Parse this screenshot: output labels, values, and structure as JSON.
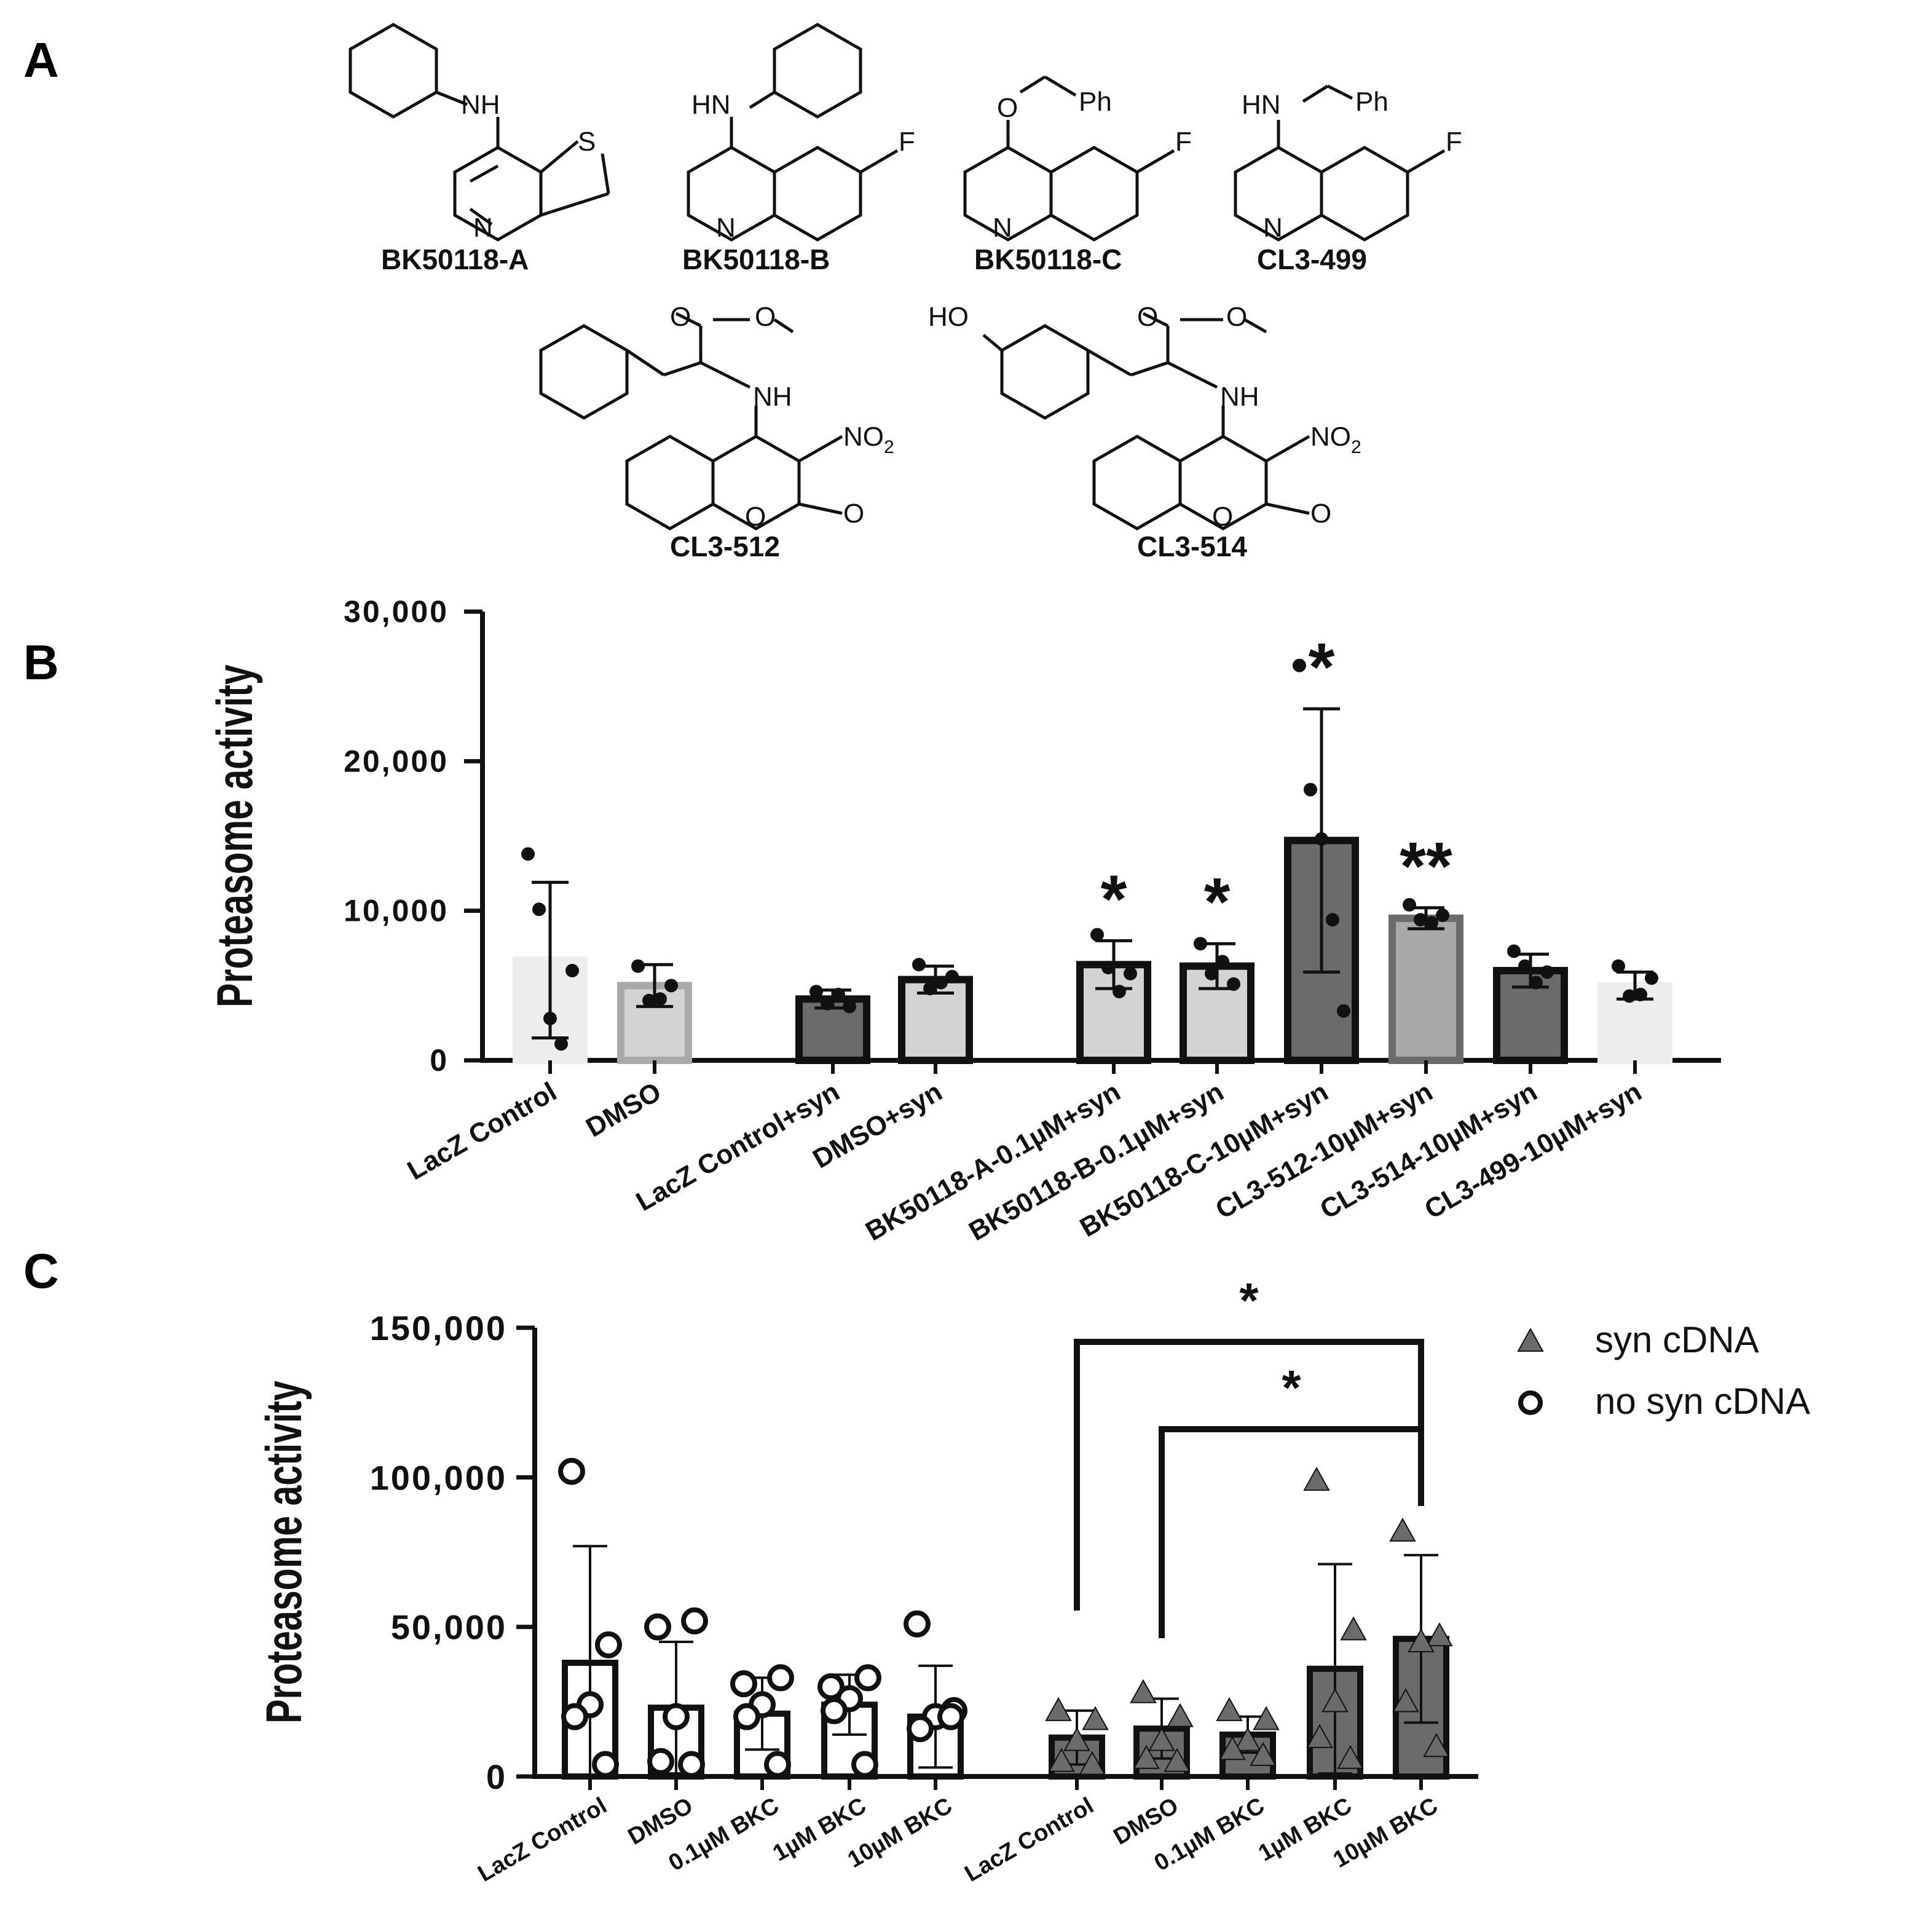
{
  "panels": {
    "a": "A",
    "b": "B",
    "c": "C"
  },
  "compounds": {
    "a": "BK50118-A",
    "b": "BK50118-B",
    "c": "BK50118-C",
    "d": "CL3-499",
    "e": "CL3-512",
    "f": "CL3-514"
  },
  "atoms": {
    "NH": "NH",
    "HN": "HN",
    "N": "N",
    "S": "S",
    "F": "F",
    "O": "O",
    "Ph": "Ph",
    "HO": "HO",
    "NO": "NO",
    "two": "2"
  },
  "colors": {
    "ink": "#111111",
    "dark": "#6b6b6b",
    "mid": "#a9a9a9",
    "light": "#d3d3d3",
    "pale": "#ededed"
  },
  "chart_data": [
    {
      "type": "bar",
      "ylabel": "Proteasome activity",
      "ylim": [
        0,
        30000
      ],
      "yticks": [
        0,
        10000,
        20000,
        30000
      ],
      "ytick_labels": [
        "0",
        "10,000",
        "20,000",
        "30,000"
      ],
      "categories": [
        "LacZ Control",
        "DMSO",
        "LacZ Control+syn",
        "DMSO+syn",
        "BK50118-A-0.1µM+syn",
        "BK50118-B-0.1µM+syn",
        "BK50118-C-10µM+syn",
        "CL3-512-10µM+syn",
        "CL3-514-10µM+syn",
        "CL3-499-10µM+syn"
      ],
      "values": [
        6700,
        5000,
        4100,
        5400,
        6400,
        6300,
        14700,
        9500,
        6000,
        5000
      ],
      "sd": [
        5200,
        1400,
        600,
        900,
        1600,
        1500,
        8800,
        700,
        1100,
        900
      ],
      "points": [
        [
          13800,
          10100,
          2800,
          1100,
          6000
        ],
        [
          6300,
          4000,
          4100,
          5000
        ],
        [
          4600,
          3800,
          4400,
          3600
        ],
        [
          6400,
          4800,
          5200,
          5600
        ],
        [
          8400,
          6200,
          4600,
          5800
        ],
        [
          7800,
          5800,
          6600,
          5100
        ],
        [
          26400,
          18100,
          14800,
          9400,
          3300
        ],
        [
          10400,
          9400,
          9200,
          9700
        ],
        [
          7300,
          6300,
          5200,
          5900
        ],
        [
          6300,
          4300,
          4400,
          5500
        ]
      ],
      "bar_fill": [
        "pale",
        "light",
        "dark",
        "light",
        "light",
        "light",
        "dark",
        "mid",
        "dark",
        "pale"
      ],
      "bar_edge": [
        "pale",
        "mid",
        "ink",
        "ink",
        "ink",
        "ink",
        "ink",
        "dark",
        "ink",
        "pale"
      ],
      "annotations": [
        "",
        "",
        "",
        "",
        "*",
        "*",
        "*",
        "**",
        "",
        ""
      ]
    },
    {
      "type": "bar",
      "ylabel": "Proteasome activity",
      "ylim": [
        0,
        150000
      ],
      "yticks": [
        0,
        50000,
        100000,
        150000
      ],
      "ytick_labels": [
        "0",
        "50,000",
        "100,000",
        "150,000"
      ],
      "categories": [
        "LacZ Control",
        "DMSO",
        "0.1µM BKC",
        "1µM BKC",
        "10µM BKC",
        "LacZ Control",
        "DMSO",
        "0.1µM BKC",
        "1µM BKC",
        "10µM BKC"
      ],
      "legend": [
        "syn cDNA",
        "no syn cDNA"
      ],
      "legend_position": "top-right",
      "series": [
        {
          "name": "no syn cDNA",
          "values": [
            38000,
            23000,
            21000,
            24000,
            20000
          ],
          "sd": [
            39000,
            22000,
            12000,
            10000,
            17000
          ],
          "points": [
            [
              102000,
              44000,
              24000,
              20000,
              4000
            ],
            [
              50000,
              52000,
              20000,
              5000,
              4000
            ],
            [
              31000,
              33000,
              24000,
              20000,
              4000
            ],
            [
              30000,
              33000,
              26000,
              22000,
              4000
            ],
            [
              51000,
              22000,
              20000,
              16000,
              20000
            ]
          ]
        },
        {
          "name": "syn cDNA",
          "values": [
            13000,
            16000,
            14000,
            36000,
            46000
          ],
          "sd": [
            9000,
            10000,
            6000,
            35000,
            28000
          ],
          "points": [
            [
              22000,
              19000,
              12000,
              5000,
              4000
            ],
            [
              28000,
              20000,
              12000,
              6000,
              5000
            ],
            [
              22000,
              19000,
              12000,
              9000,
              7000
            ],
            [
              99000,
              49000,
              25000,
              13000,
              6000
            ],
            [
              82000,
              47000,
              45000,
              25000,
              10000
            ]
          ]
        }
      ],
      "comparisons": [
        {
          "from": 5,
          "to": 9,
          "label": "*"
        },
        {
          "from": 6,
          "to": 9,
          "label": "*"
        }
      ]
    }
  ]
}
